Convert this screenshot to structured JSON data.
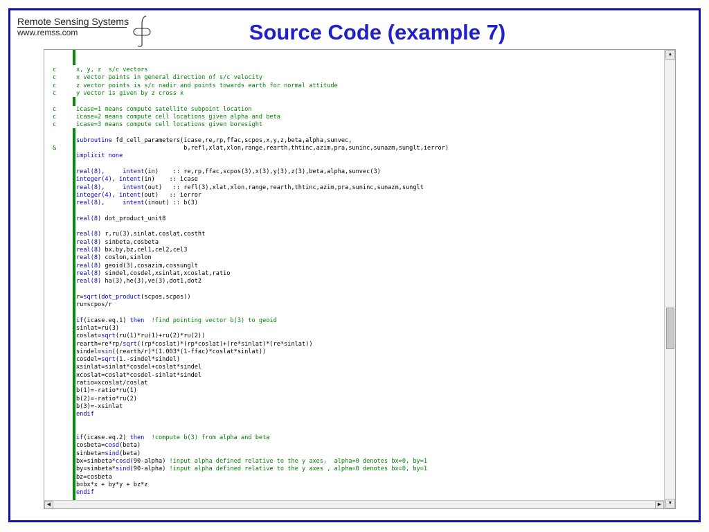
{
  "logo": {
    "line1": "Remote Sensing Systems",
    "line2": "www.remss.com"
  },
  "slide": {
    "title": "Source Code (example 7)"
  },
  "colors": {
    "frame": "#1212b4",
    "title": "#2020c8",
    "keyword": "#0000cc",
    "comment": "#008000",
    "bar": "#0a8a0a"
  },
  "icons": {
    "scroll_up": "▲",
    "scroll_down": "▼",
    "scroll_left": "◀",
    "scroll_right": "▶"
  },
  "code_lines": [
    {
      "cmark": "c",
      "comment": "x, y, z  s/c vectors"
    },
    {
      "cmark": "c",
      "comment": "x vector points in general direction of s/c velocity"
    },
    {
      "cmark": "c",
      "comment": "z vector points is s/c nadir and points towards earth for normal attitude"
    },
    {
      "cmark": "c",
      "comment": "y vector is given by z cross x"
    },
    {},
    {
      "cmark": "c",
      "comment": "icase=1 means compute satellite subpoint location"
    },
    {
      "cmark": "c",
      "comment": "icase=2 means compute cell locations given alpha and beta"
    },
    {
      "cmark": "c",
      "comment": "icase=3 means compute cell locations given boresight"
    },
    {},
    {
      "segs": [
        {
          "t": "subroutine",
          "k": "kw"
        },
        {
          "t": " fd_cell_parameters(icase,re,rp,ffac,scpos,x,y,z,beta,alpha,sunvec,"
        }
      ]
    },
    {
      "cmark": "&",
      "segs": [
        {
          "t": "                              b,refl,xlat,xlon,range,rearth,thtinc,azim,pra,suninc,sunazm,sunglt,ierror)"
        }
      ]
    },
    {
      "segs": [
        {
          "t": "implicit none",
          "k": "kw"
        }
      ]
    },
    {},
    {
      "segs": [
        {
          "t": "real(8),     intent",
          "k": "kw"
        },
        {
          "t": "(in)    :: re,rp,ffac,scpos(3),x(3),y(3),z(3),beta,alpha,sunvec(3)"
        }
      ]
    },
    {
      "segs": [
        {
          "t": "integer(4), intent",
          "k": "kw"
        },
        {
          "t": "(in)    :: icase"
        }
      ]
    },
    {
      "segs": [
        {
          "t": "real(8),     intent",
          "k": "kw"
        },
        {
          "t": "(out)   :: refl(3),xlat,xlon,range,rearth,thtinc,azim,pra,suninc,sunazm,sunglt"
        }
      ]
    },
    {
      "segs": [
        {
          "t": "integer(4), intent",
          "k": "kw"
        },
        {
          "t": "(out)   :: ierror"
        }
      ]
    },
    {
      "segs": [
        {
          "t": "real(8),     intent",
          "k": "kw"
        },
        {
          "t": "(inout) :: b(3)"
        }
      ]
    },
    {},
    {
      "segs": [
        {
          "t": "real(8)",
          "k": "kw"
        },
        {
          "t": " dot_product_unit8"
        }
      ]
    },
    {},
    {
      "segs": [
        {
          "t": "real(8)",
          "k": "kw"
        },
        {
          "t": " r,ru(3),sinlat,coslat,costht"
        }
      ]
    },
    {
      "segs": [
        {
          "t": "real(8)",
          "k": "kw"
        },
        {
          "t": " sinbeta,cosbeta"
        }
      ]
    },
    {
      "segs": [
        {
          "t": "real(8)",
          "k": "kw"
        },
        {
          "t": " bx,by,bz,cel1,cel2,cel3"
        }
      ]
    },
    {
      "segs": [
        {
          "t": "real(8)",
          "k": "kw"
        },
        {
          "t": " coslon,sinlon"
        }
      ]
    },
    {
      "segs": [
        {
          "t": "real(8)",
          "k": "kw"
        },
        {
          "t": " geoid(3),cosazim,cossunglt"
        }
      ]
    },
    {
      "segs": [
        {
          "t": "real(8)",
          "k": "kw"
        },
        {
          "t": " sindel,cosdel,xsinlat,xcoslat,ratio"
        }
      ]
    },
    {
      "segs": [
        {
          "t": "real(8)",
          "k": "kw"
        },
        {
          "t": " ha(3),he(3),ve(3),dot1,dot2"
        }
      ]
    },
    {},
    {
      "segs": [
        {
          "t": "r="
        },
        {
          "t": "sqrt",
          "k": "kw"
        },
        {
          "t": "("
        },
        {
          "t": "dot_product",
          "k": "kw"
        },
        {
          "t": "(scpos,scpos))"
        }
      ]
    },
    {
      "segs": [
        {
          "t": "ru=scpos/r"
        }
      ]
    },
    {},
    {
      "segs": [
        {
          "t": "if",
          "k": "kw"
        },
        {
          "t": "(icase.eq.1) "
        },
        {
          "t": "then",
          "k": "kw"
        },
        {
          "t": "  !find pointing vector b(3) to geoid",
          "k": "cm"
        }
      ]
    },
    {
      "segs": [
        {
          "t": "sinlat=ru(3)"
        }
      ]
    },
    {
      "segs": [
        {
          "t": "coslat="
        },
        {
          "t": "sqrt",
          "k": "kw"
        },
        {
          "t": "(ru(1)*ru(1)+ru(2)*ru(2))"
        }
      ]
    },
    {
      "segs": [
        {
          "t": "rearth=re*rp/"
        },
        {
          "t": "sqrt",
          "k": "kw"
        },
        {
          "t": "((rp*coslat)*(rp*coslat)+(re*sinlat)*(re*sinlat))"
        }
      ]
    },
    {
      "segs": [
        {
          "t": "sindel="
        },
        {
          "t": "sin",
          "k": "kw"
        },
        {
          "t": "((rearth/r)*(1.003*(1-ffac)*coslat*sinlat))"
        }
      ]
    },
    {
      "segs": [
        {
          "t": "cosdel="
        },
        {
          "t": "sqrt",
          "k": "kw"
        },
        {
          "t": "(1.-sindel*sindel)"
        }
      ]
    },
    {
      "segs": [
        {
          "t": "xsinlat=sinlat*cosdel+coslat*sindel"
        }
      ]
    },
    {
      "segs": [
        {
          "t": "xcoslat=coslat*cosdel-sinlat*sindel"
        }
      ]
    },
    {
      "segs": [
        {
          "t": "ratio=xcoslat/coslat"
        }
      ]
    },
    {
      "segs": [
        {
          "t": "b(1)=-ratio*ru(1)"
        }
      ]
    },
    {
      "segs": [
        {
          "t": "b(2)=-ratio*ru(2)"
        }
      ]
    },
    {
      "segs": [
        {
          "t": "b(3)=-xsinlat"
        }
      ]
    },
    {
      "segs": [
        {
          "t": "endif",
          "k": "kw"
        }
      ]
    },
    {},
    {},
    {
      "segs": [
        {
          "t": "if",
          "k": "kw"
        },
        {
          "t": "(icase.eq.2) "
        },
        {
          "t": "then",
          "k": "kw"
        },
        {
          "t": "  !compute b(3) from alpha and beta",
          "k": "cm"
        }
      ]
    },
    {
      "segs": [
        {
          "t": "cosbeta="
        },
        {
          "t": "cosd",
          "k": "kw"
        },
        {
          "t": "(beta)"
        }
      ]
    },
    {
      "segs": [
        {
          "t": "sinbeta="
        },
        {
          "t": "sind",
          "k": "kw"
        },
        {
          "t": "(beta)"
        }
      ]
    },
    {
      "segs": [
        {
          "t": "bx=sinbeta*"
        },
        {
          "t": "cosd",
          "k": "kw"
        },
        {
          "t": "(90-alpha) "
        },
        {
          "t": "!input alpha defined relative to the y axes,  alpha=0 denotes bx=0, by=1",
          "k": "cm"
        }
      ]
    },
    {
      "segs": [
        {
          "t": "by=sinbeta*"
        },
        {
          "t": "sind",
          "k": "kw"
        },
        {
          "t": "(90-alpha) "
        },
        {
          "t": "!input alpha defined relative to the y axes , alpha=0 denotes bx=0, by=1",
          "k": "cm"
        }
      ]
    },
    {
      "segs": [
        {
          "t": "bz=cosbeta"
        }
      ]
    },
    {
      "segs": [
        {
          "t": "b=bx*x + by*y + bz*z"
        }
      ]
    },
    {
      "segs": [
        {
          "t": "endif",
          "k": "kw"
        }
      ]
    }
  ]
}
